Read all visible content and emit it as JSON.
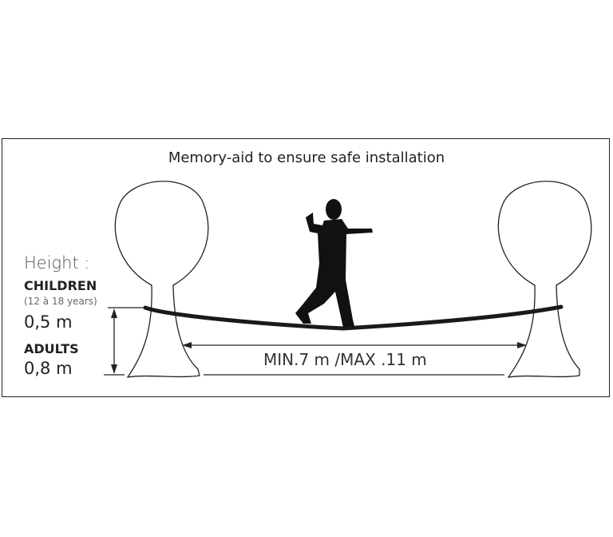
{
  "title": "Memory-aid to ensure safe installation",
  "height_label": "Height :",
  "children": {
    "label": "CHILDREN",
    "age": "(12 à 18 years)",
    "value": "0,5 m"
  },
  "adults": {
    "label": "ADULTS",
    "value": "0,8 m"
  },
  "distance": "MIN.7 m /MAX .11 m"
}
